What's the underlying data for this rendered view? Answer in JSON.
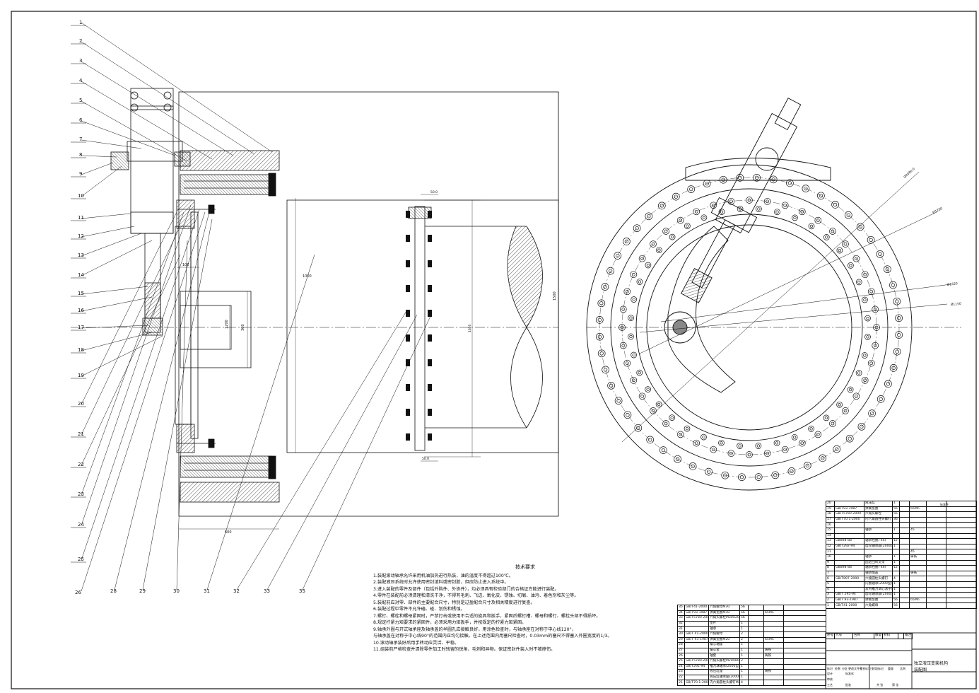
{
  "balloons": [
    "1",
    "2",
    "3",
    "4",
    "5",
    "6",
    "7",
    "8",
    "9",
    "10",
    "11",
    "12",
    "13",
    "14",
    "15",
    "16",
    "17",
    "18",
    "19",
    "20",
    "21",
    "22",
    "23",
    "24",
    "25",
    "26",
    "28",
    "29",
    "30",
    "31",
    "32",
    "33",
    "35"
  ],
  "dimensions": {
    "d_100": "100",
    "d_1000": "1000",
    "d_600": "600",
    "d_1200": "1200",
    "d_1500": "1500",
    "d_300": "300",
    "d_50_top": "50.0",
    "d_50_bot": "50.0",
    "d_1600": "1600"
  },
  "radial_dims": [
    "Ø2080.0",
    "Ø1280",
    "Ø1620",
    "Ø1150"
  ],
  "tech": {
    "title": "技术要求",
    "lines": [
      "1.装配滚动轴承允许采用机油加热进行热装，油的温度不得超过100℃。",
      "2.装配液压系统时允许使用密封填料或密封胶，但应防止进入系统中。",
      "3.进入装配的零件及部件（包括外购件、外协件），均必须具有检验部门的合格证方能进行装配。",
      "4.零件在装配前必须清理和清洗干净，不得有毛刺、飞边、氧化皮、锈蚀、切屑、油污、着色剂和灰尘等。",
      "5.装配前应对零、部件的主要配合尺寸，特别是过盈配合尺寸及相关精度进行复查。",
      "6.装配过程中零件不允许磕、碰、划伤和锈蚀。",
      "7.螺钉、螺栓和螺母紧固时，严禁打击或使用不合适的旋具和扳手，紧固后螺钉槽、螺母和螺钉、螺栓头部不得损坏。",
      "8.规定拧紧力矩要求的紧固件，必须采用力矩扳手，并按规定的拧紧力矩紧固。",
      "9.轴承外圈与开式轴承座及轴承盖的半圆孔应接触良好，用涂色检查时，与轴承座在对称于中心线120°，",
      "   与轴承盖在对称于中心线90°的范围内应均匀接触。在上述范围内用塞尺检查时，0.03mm的塞尺不得塞入外圈宽度的1/3。",
      "10.滚动轴承装好后用手转动应灵活、平稳。",
      "11.组装前严格检查并清除零件加工时残留的锐角、毛刺和异物。保证密封件装入时不被擦伤。"
    ]
  },
  "bom_right": {
    "rows": [
      [
        "20",
        "",
        "液压缸",
        "1",
        "",
        "",
        "",
        ""
      ],
      [
        "19",
        "GB/T93-1987",
        "弹簧垫圈",
        "56",
        "",
        "65Mn",
        "",
        ""
      ],
      [
        "18",
        "GB/T5780-2000",
        "六角头螺栓",
        "56",
        "",
        "",
        "",
        ""
      ],
      [
        "17",
        "GB/T70.1-2000",
        "内六角圆柱头螺钉",
        "36",
        "",
        "",
        "",
        ""
      ],
      [
        "16",
        "",
        "",
        "",
        "",
        "",
        "",
        ""
      ],
      [
        "15",
        "",
        "轴承",
        "1",
        "",
        "45",
        "",
        ""
      ],
      [
        "14",
        "",
        "",
        "",
        "",
        "",
        "",
        ""
      ],
      [
        "13",
        "GB898-88",
        "轴承挡圈(-46)",
        "12",
        "",
        "",
        "",
        ""
      ],
      [
        "12",
        "GB/T292-94",
        "齿轮轴承座(2000型)",
        "1",
        "",
        "",
        "",
        ""
      ],
      [
        "11",
        "",
        "",
        "",
        "",
        "45",
        "",
        ""
      ],
      [
        "10",
        "",
        "轴承",
        "1",
        "",
        "铸铁",
        "",
        ""
      ],
      [
        "9",
        "",
        "固定回转支架",
        "1",
        "",
        "",
        "",
        ""
      ],
      [
        "8",
        "GB898-88",
        "轴承挡圈(-46)",
        "12",
        "",
        "",
        "",
        ""
      ],
      [
        "7",
        "",
        "轴承端盖",
        "",
        "",
        "铸铁",
        "",
        ""
      ],
      [
        "6",
        "GB/T897-2000",
        "六棱圆柱头螺钉",
        "4",
        "",
        "",
        "",
        ""
      ],
      [
        "5",
        "",
        "内圈轴承(2000型)",
        "1",
        "",
        "",
        "",
        ""
      ],
      [
        "4",
        "",
        "双列推力调心滚子轴承",
        "1",
        "",
        "",
        "",
        ""
      ],
      [
        "3",
        "GB/T 295-94",
        "齿轮轴承座(2000型)",
        "1",
        "",
        "",
        "",
        ""
      ],
      [
        "2",
        "GB/T 93-1987",
        "弹簧垫圈",
        "56",
        "",
        "65Mn",
        "",
        ""
      ],
      [
        "1",
        "GB/T41-2000",
        "六角螺母",
        "56",
        "",
        "",
        "",
        ""
      ]
    ],
    "header": [
      "序号",
      "代号",
      "名称",
      "数量",
      "材料",
      "",
      "备注"
    ],
    "extra_top": "标准件",
    "design_name": "独立液压变桨机构",
    "design_sub": "装配图",
    "material_cells": [
      "45",
      "铸铁"
    ],
    "footer_labels": [
      "标记",
      "处数",
      "分区",
      "更改文件号",
      "签名",
      "年月日",
      "阶段标记",
      "重量",
      "比例",
      "设计",
      "标准化",
      "审核",
      "工艺",
      "批准",
      "共 张",
      "第 张"
    ]
  },
  "bom_left": {
    "rows": [
      [
        "35",
        "GB/T41-2000",
        "六角螺母M30",
        "56",
        "",
        "",
        ""
      ],
      [
        "34",
        "GB/T93-1987",
        "弹簧垫圈M30",
        "56",
        "",
        "65Mn",
        ""
      ],
      [
        "33",
        "GB/T5780-2000",
        "六角头螺栓M30X200",
        "56",
        "",
        "",
        ""
      ],
      [
        "32",
        "",
        "垫片",
        "1",
        "",
        "",
        ""
      ],
      [
        "31",
        "",
        "轴承",
        "1",
        "",
        "",
        ""
      ],
      [
        "30",
        "GB/T 41-2000",
        "六角螺母",
        "2",
        "",
        "",
        ""
      ],
      [
        "29",
        "GB/T 93-1987",
        "弹簧垫圈M20",
        "2",
        "",
        "65Mn",
        ""
      ],
      [
        "28",
        "",
        "偏心轴座",
        "1",
        "",
        "",
        ""
      ],
      [
        "27",
        "",
        "偏心套",
        "1",
        "",
        "铸铁",
        ""
      ],
      [
        "26",
        "",
        "轴套",
        "1",
        "",
        "铸铁",
        ""
      ],
      [
        "25",
        "GB/T5780-2000",
        "六角头螺栓M20X80",
        "2",
        "",
        "",
        ""
      ],
      [
        "24",
        "GB/T292-94",
        "推力球轴承(2000型)",
        "1",
        "",
        "",
        ""
      ],
      [
        "23",
        "",
        "液压缸座",
        "1",
        "",
        "铸铁",
        ""
      ],
      [
        "22",
        "",
        "液压缸轴承座(2000型)",
        "1",
        "",
        "",
        ""
      ],
      [
        "21",
        "GB/T70.1-2000",
        "内六角圆柱头螺钉M20X60",
        "4",
        "",
        "",
        ""
      ]
    ]
  }
}
